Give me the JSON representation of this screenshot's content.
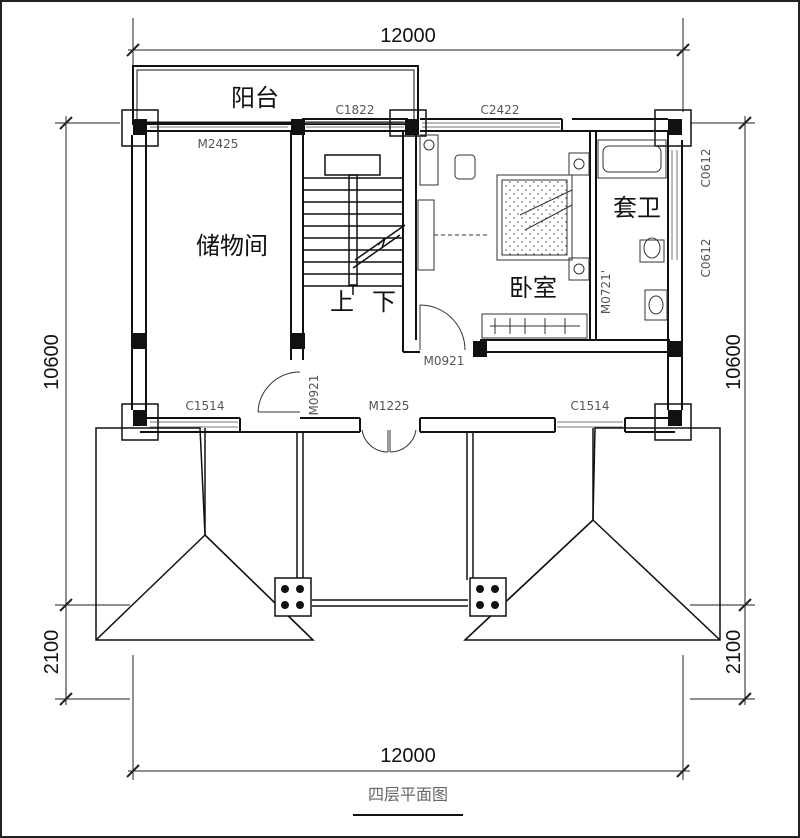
{
  "dimensions": {
    "top": "12000",
    "bottom": "12000",
    "left_main": "10600",
    "right_main": "10600",
    "left_lower": "2100",
    "right_lower": "2100"
  },
  "rooms": {
    "balcony": "阳台",
    "storage": "储物间",
    "bedroom": "卧室",
    "ensuite": "套卫",
    "stair_up": "上",
    "stair_down": "下"
  },
  "openings": {
    "w_c1822": "C1822",
    "w_c2422": "C2422",
    "d_m2425": "M2425",
    "w_c0612_a": "C0612",
    "w_c0612_b": "C0612",
    "d_m0721": "M0721'",
    "d_m0921_a": "M0921",
    "d_m0921_b": "M0921",
    "w_c1514_a": "C1514",
    "w_c1514_b": "C1514",
    "d_m1225": "M1225"
  },
  "title": "四层平面图"
}
